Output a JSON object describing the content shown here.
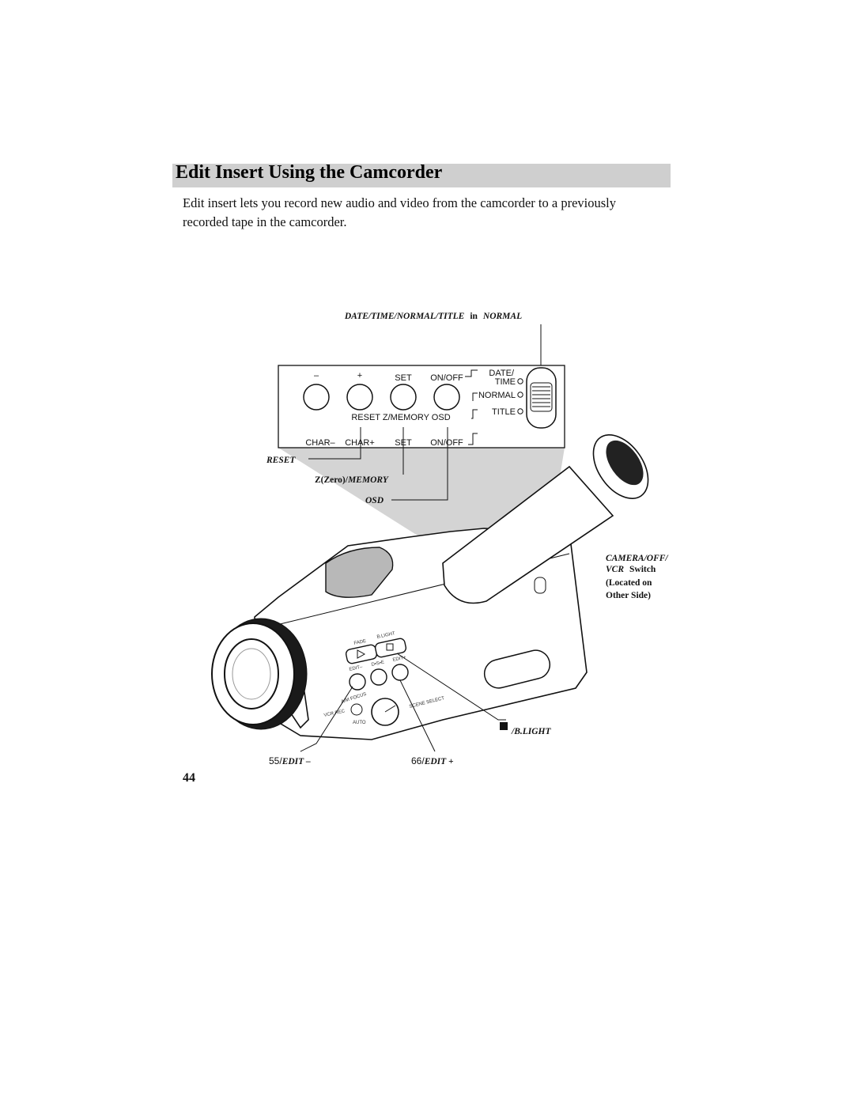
{
  "section": {
    "title": "Edit Insert Using the Camcorder",
    "intro": "Edit insert lets you record new audio and video from the camcorder to a previously recorded tape in the camcorder."
  },
  "figure": {
    "top_label_italic": "DATE/TIME/NORMAL/TITLE",
    "top_label_in": "in",
    "top_label_mode": "NORMAL",
    "panel": {
      "minus": "–",
      "plus": "+",
      "set": "SET",
      "onoff": "ON/OFF",
      "date": "DATE/",
      "time": "TIME",
      "normal": "NORMAL",
      "title": "TITLE",
      "reset_zmemory_osd": "RESET Z/MEMORY OSD",
      "char_minus": "CHAR–",
      "char_plus": "CHAR+",
      "set2": "SET",
      "onoff2": "ON/OFF"
    },
    "callouts": {
      "reset": "RESET",
      "zero_prefix": "Z(Zero)/",
      "memory": "MEMORY",
      "osd": "OSD",
      "camera_switch_1": "CAMERA/OFF/",
      "camera_switch_2_italic": "VCR",
      "camera_switch_2": "Switch",
      "camera_switch_3": "(Located on",
      "camera_switch_4": "Other Side)",
      "blight": "/B.LIGHT",
      "edit_minus_num": "55/",
      "edit_minus": "EDIT –",
      "edit_plus_num": "66/",
      "edit_plus": "EDIT +"
    },
    "body_labels": {
      "fade": "FADE",
      "blight": "B.LIGHT",
      "edit_minus": "EDIT–",
      "dse": "D•S•E",
      "edit_plus": "EDIT+",
      "am_focus": "A/M FOCUS",
      "vcr_rec": "VCR REC",
      "auto": "AUTO",
      "scene_select": "SCENE SELECT"
    }
  },
  "page_number": "44"
}
